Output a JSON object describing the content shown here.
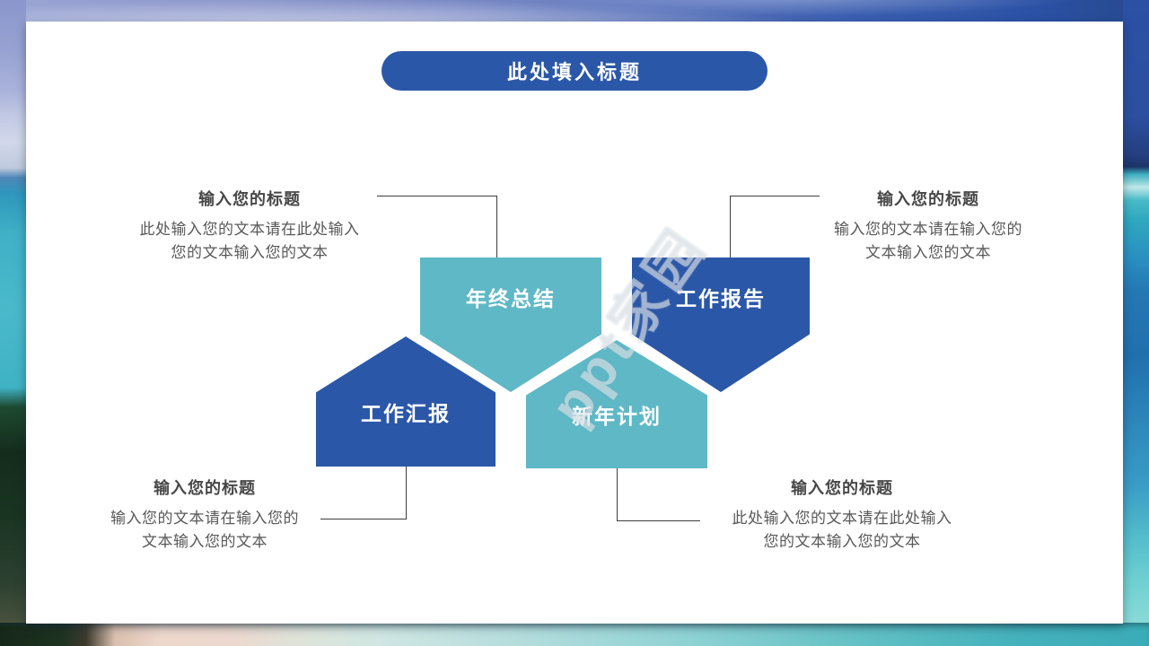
{
  "colors": {
    "accent_blue": "#2b57a8",
    "accent_teal": "#5fb8c6",
    "connector": "#3d3d3d"
  },
  "title_banner": {
    "label": "此处填入标题"
  },
  "pentagons": [
    {
      "label": "年终总结",
      "direction": "down",
      "color": "teal"
    },
    {
      "label": "工作报告",
      "direction": "down",
      "color": "blue"
    },
    {
      "label": "工作汇报",
      "direction": "up",
      "color": "blue"
    },
    {
      "label": "新年计划",
      "direction": "up",
      "color": "teal"
    }
  ],
  "callouts": [
    {
      "position": "top-left",
      "title": "输入您的标题",
      "body": "此处输入您的文本请在此处输入\n您的文本输入您的文本"
    },
    {
      "position": "top-right",
      "title": "输入您的标题",
      "body": "输入您的文本请在输入您的\n文本输入您的文本"
    },
    {
      "position": "bottom-left",
      "title": "输入您的标题",
      "body": "输入您的文本请在输入您的\n文本输入您的文本"
    },
    {
      "position": "bottom-right",
      "title": "输入您的标题",
      "body": "此处输入您的文本请在此处输入\n您的文本输入您的文本"
    }
  ],
  "watermark": "ppt家园"
}
